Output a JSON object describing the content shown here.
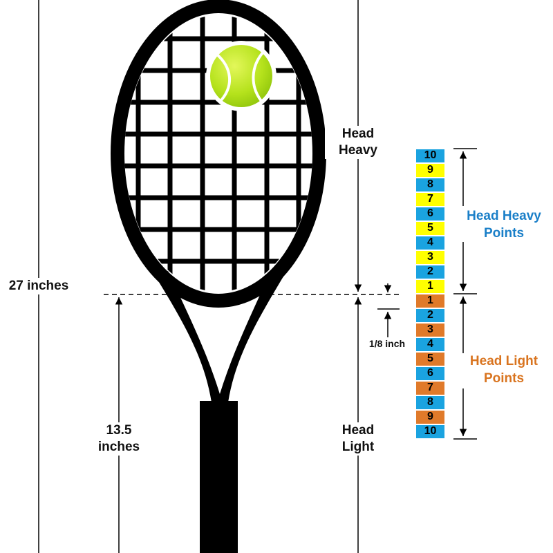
{
  "labels": {
    "total_length": "27 inches",
    "half_length_value": "13.5",
    "half_length_unit": "inches",
    "head_heavy_line1": "Head",
    "head_heavy_line2": "Heavy",
    "head_light_line1": "Head",
    "head_light_line2": "Light",
    "eighth_inch": "1/8 inch"
  },
  "legend": {
    "heavy_line1": "Head Heavy",
    "heavy_line2": "Points",
    "light_line1": "Head Light",
    "light_line2": "Points"
  },
  "scale": {
    "heavy": [
      {
        "n": "10",
        "color": "#1aa3e0"
      },
      {
        "n": "9",
        "color": "#ffff00"
      },
      {
        "n": "8",
        "color": "#1aa3e0"
      },
      {
        "n": "7",
        "color": "#ffff00"
      },
      {
        "n": "6",
        "color": "#1aa3e0"
      },
      {
        "n": "5",
        "color": "#ffff00"
      },
      {
        "n": "4",
        "color": "#1aa3e0"
      },
      {
        "n": "3",
        "color": "#ffff00"
      },
      {
        "n": "2",
        "color": "#1aa3e0"
      },
      {
        "n": "1",
        "color": "#ffff00"
      }
    ],
    "light": [
      {
        "n": "1",
        "color": "#e07a2a"
      },
      {
        "n": "2",
        "color": "#1aa3e0"
      },
      {
        "n": "3",
        "color": "#e07a2a"
      },
      {
        "n": "4",
        "color": "#1aa3e0"
      },
      {
        "n": "5",
        "color": "#e07a2a"
      },
      {
        "n": "6",
        "color": "#1aa3e0"
      },
      {
        "n": "7",
        "color": "#e07a2a"
      },
      {
        "n": "8",
        "color": "#1aa3e0"
      },
      {
        "n": "9",
        "color": "#e07a2a"
      },
      {
        "n": "10",
        "color": "#1aa3e0"
      }
    ]
  },
  "colors": {
    "heavy_text": "#1a7fc8",
    "light_text": "#d9741f",
    "racquet": "#000000",
    "ball": "#b5e21c"
  }
}
